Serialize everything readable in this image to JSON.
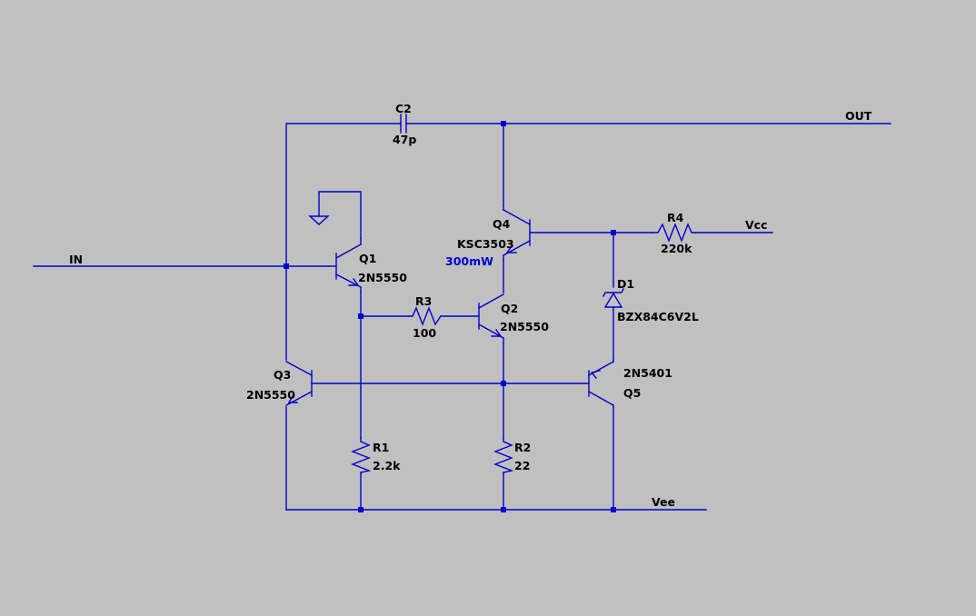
{
  "schematic": {
    "nets": {
      "in": "IN",
      "out": "OUT",
      "vcc": "Vcc",
      "vee": "Vee"
    },
    "components": {
      "c2": {
        "ref": "C2",
        "value": "47p"
      },
      "q1": {
        "ref": "Q1",
        "model": "2N5550"
      },
      "q2": {
        "ref": "Q2",
        "model": "2N5550"
      },
      "q3": {
        "ref": "Q3",
        "model": "2N5550"
      },
      "q4": {
        "ref": "Q4",
        "model": "KSC3503",
        "annotation": "300mW"
      },
      "q5": {
        "ref": "Q5",
        "model": "2N5401"
      },
      "r1": {
        "ref": "R1",
        "value": "2.2k"
      },
      "r2": {
        "ref": "R2",
        "value": "22"
      },
      "r3": {
        "ref": "R3",
        "value": "100"
      },
      "r4": {
        "ref": "R4",
        "value": "220k"
      },
      "d1": {
        "ref": "D1",
        "model": "BZX84C6V2L"
      }
    }
  },
  "colors": {
    "background": "#c0c0c0",
    "wire": "#0000cc",
    "text": "#000000",
    "annotation": "#0000cc"
  }
}
